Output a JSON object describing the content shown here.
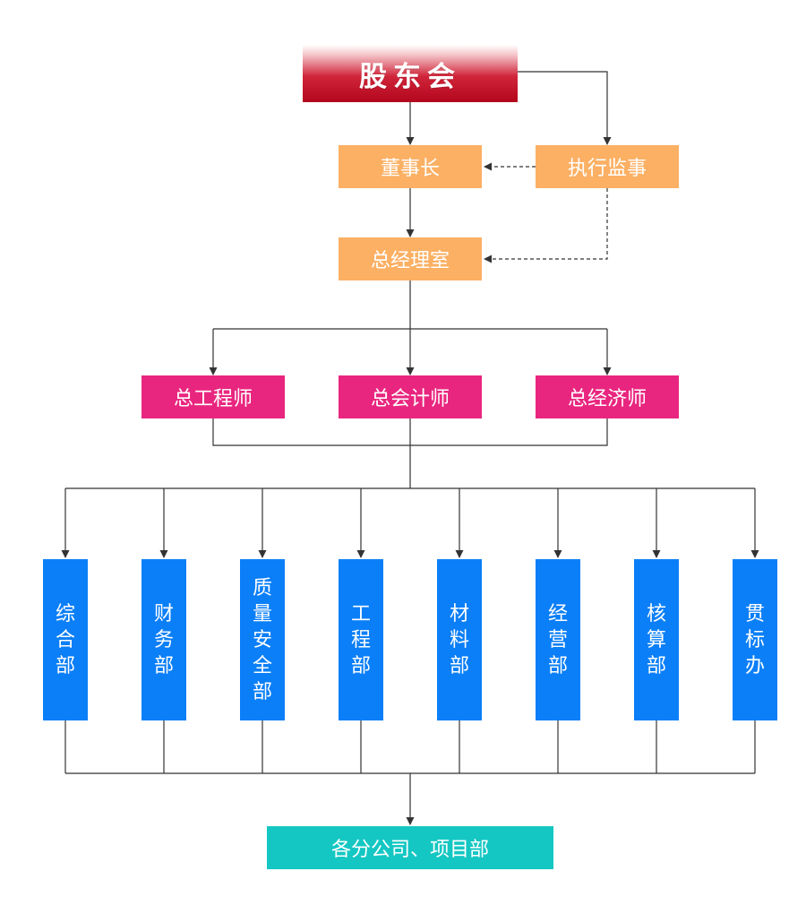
{
  "nodes": {
    "shareholders": "股东会",
    "chairman": "董事长",
    "supervisor": "执行监事",
    "gm_office": "总经理室",
    "chief_engineer": "总工程师",
    "chief_accountant": "总会计师",
    "chief_economist": "总经济师",
    "branches": "各分公司、项目部"
  },
  "departments": [
    "综合部",
    "财务部",
    "质量安全部",
    "工程部",
    "材料部",
    "经营部",
    "核算部",
    "贯标办"
  ],
  "colors": {
    "top": "#c8102e",
    "executive": "#fbb064",
    "chief": "#e9267f",
    "department": "#0b7ff7",
    "branch": "#14c7c3",
    "line": "#333333"
  }
}
